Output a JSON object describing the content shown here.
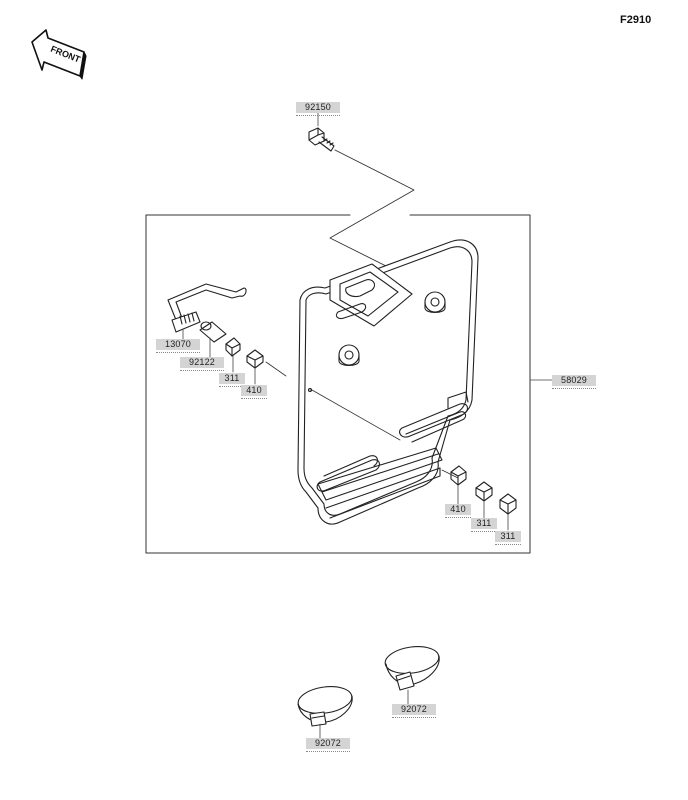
{
  "ref_code": "F2910",
  "front_badge": "FRONT",
  "parts": [
    {
      "id": "bolt",
      "number": "92150"
    },
    {
      "id": "bracket",
      "number": "13070"
    },
    {
      "id": "collar",
      "number": "92122"
    },
    {
      "id": "washer-left",
      "number": "311"
    },
    {
      "id": "nut-left",
      "number": "410"
    },
    {
      "id": "plate",
      "number": "58029"
    },
    {
      "id": "nut-right",
      "number": "410"
    },
    {
      "id": "washer-right-1",
      "number": "311"
    },
    {
      "id": "washer-right-2",
      "number": "311"
    },
    {
      "id": "band-left",
      "number": "92072"
    },
    {
      "id": "band-right",
      "number": "92072"
    }
  ]
}
